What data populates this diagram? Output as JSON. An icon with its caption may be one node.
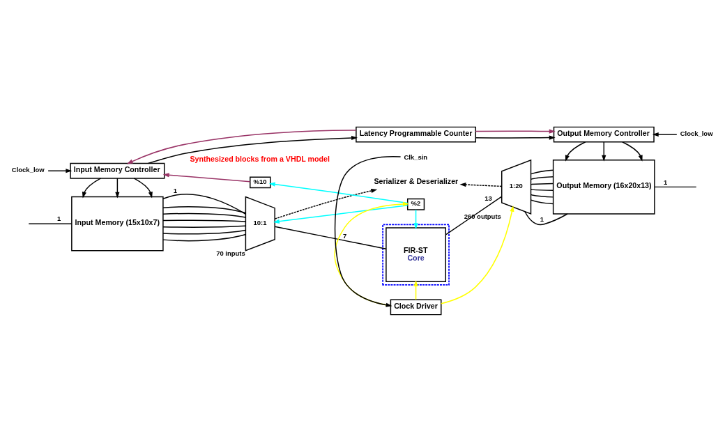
{
  "diagram": {
    "nodes": [
      {
        "text": [
          "Serializer & Deserializer"
        ]
      },
      {
        "text": [
          "Input Memory (15x10x7)"
        ]
      },
      {
        "text": [
          "10:1"
        ],
        "beside": [
          "70 inputs"
        ]
      },
      {
        "text": [],
        "shape": "box"
      },
      {
        "text": [
          "FIR-ST",
          "Core"
        ],
        "in": 3
      },
      {
        "text": [
          "1:20"
        ],
        "beside": [
          "260 outputs"
        ]
      },
      {
        "text": [
          "Output Memory (16x20x13)"
        ]
      },
      {
        "text": [
          "Input Memory Controller"
        ]
      },
      {
        "text": [
          "%10"
        ]
      },
      {
        "text": [
          "%2"
        ]
      },
      {
        "text": [
          "Clock Driver"
        ]
      },
      {
        "text": [
          "Output Memory Controller"
        ]
      },
      {
        "text": [
          "Clock_low"
        ]
      },
      {
        "text": [
          "Clk_sin"
        ]
      },
      {
        "text": [
          "Latency Programmable Counter"
        ]
      },
      {
        "text": [
          "Clock_low"
        ]
      }
    ],
    "edges": [
      {
        "from": null,
        "to": 1,
        "arrow": "none",
        "label": "1"
      },
      {
        "from": 1,
        "to": 2,
        "arrow": "none",
        "label": "1"
      },
      {
        "from": 1,
        "to": 2,
        "arrow": "none"
      },
      {
        "from": 1,
        "to": 2,
        "arrow": "none"
      },
      {
        "from": 1,
        "to": 2,
        "arrow": "none"
      },
      {
        "from": 1,
        "to": 2,
        "arrow": "none"
      },
      {
        "from": 1,
        "to": 2,
        "arrow": "none"
      },
      {
        "from": 1,
        "to": 2,
        "arrow": "none"
      },
      {
        "from": 2,
        "to": 4,
        "arrow": "none",
        "label": "7"
      },
      {
        "from": 4,
        "to": 5,
        "arrow": "none",
        "label": "13"
      },
      {
        "from": 5,
        "to": 6,
        "arrow": "none",
        "label": "1"
      },
      {
        "from": 5,
        "to": 6,
        "arrow": "none"
      },
      {
        "from": 5,
        "to": 6,
        "arrow": "none"
      },
      {
        "from": 5,
        "to": 6,
        "arrow": "none"
      },
      {
        "from": 5,
        "to": 6,
        "arrow": "none"
      },
      {
        "from": 5,
        "to": 6,
        "arrow": "none"
      },
      {
        "from": 5,
        "to": 6,
        "arrow": "none"
      },
      {
        "from": 6,
        "to": null,
        "arrow": "none",
        "label": "1"
      },
      {
        "from": 2,
        "to": 0,
        "arrow": "to",
        "style": "dashed"
      },
      {
        "from": 5,
        "to": 0,
        "arrow": "to",
        "style": "dashed"
      },
      {
        "from": 7,
        "to": 1,
        "arrow": "to"
      },
      {
        "from": 7,
        "to": 1,
        "arrow": "to"
      },
      {
        "from": 7,
        "to": 1,
        "arrow": "to"
      },
      {
        "from": 11,
        "to": 6,
        "arrow": "to"
      },
      {
        "from": 11,
        "to": 6,
        "arrow": "to"
      },
      {
        "from": 11,
        "to": 6,
        "arrow": "to"
      },
      {
        "from": 9,
        "to": 2,
        "arrow": "to",
        "color": "#00ffff"
      },
      {
        "from": 9,
        "to": 4,
        "arrow": "to",
        "color": "#00ffff"
      },
      {
        "from": 9,
        "to": 8,
        "arrow": "to",
        "color": "#00ffff"
      },
      {
        "from": 10,
        "to": 9,
        "arrow": "to",
        "color": "#ffff00"
      },
      {
        "from": 10,
        "to": 4,
        "arrow": "to",
        "color": "#ffff00"
      },
      {
        "from": 10,
        "to": 5,
        "arrow": "to",
        "color": "#ffff00"
      },
      {
        "from": 13,
        "to": 10,
        "arrow": "to"
      },
      {
        "from": 12,
        "to": 7,
        "arrow": "to"
      },
      {
        "from": 15,
        "to": 11,
        "arrow": "to"
      },
      {
        "from": 7,
        "to": 14,
        "arrow": "to"
      },
      {
        "from": 14,
        "to": 11,
        "arrow": "to"
      },
      {
        "from": 8,
        "to": 7,
        "arrow": "to",
        "color": "#993366"
      },
      {
        "from": 14,
        "to": 7,
        "arrow": "to",
        "color": "#993366"
      },
      {
        "from": 14,
        "to": 11,
        "arrow": "to",
        "color": "#993366"
      }
    ],
    "labels": [
      "Synthesized blocks from a VHDL model"
    ]
  }
}
